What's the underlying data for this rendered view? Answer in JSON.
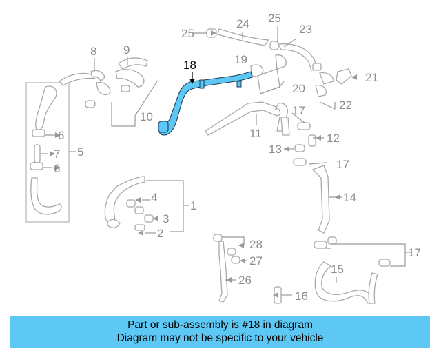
{
  "diagram": {
    "highlighted_part": "18",
    "highlight_color": "#5ec8f5",
    "callouts": {
      "n1": "1",
      "n2": "2",
      "n3": "3",
      "n4": "4",
      "n5": "5",
      "n6a": "6",
      "n6b": "6",
      "n7": "7",
      "n8": "8",
      "n9": "9",
      "n10": "10",
      "n11": "11",
      "n12": "12",
      "n13": "13",
      "n14": "14",
      "n15": "15",
      "n16": "16",
      "n17a": "17",
      "n17b": "17",
      "n17c": "17",
      "n18": "18",
      "n19": "19",
      "n20": "20",
      "n21": "21",
      "n22": "22",
      "n23": "23",
      "n24": "24",
      "n25a": "25",
      "n25b": "25",
      "n26": "26",
      "n27": "27",
      "n28": "28"
    }
  },
  "banner": {
    "line1": "Part or sub-assembly is #18 in diagram",
    "line2": "Diagram may not be specific to your vehicle",
    "color": "#5ec8f5"
  }
}
